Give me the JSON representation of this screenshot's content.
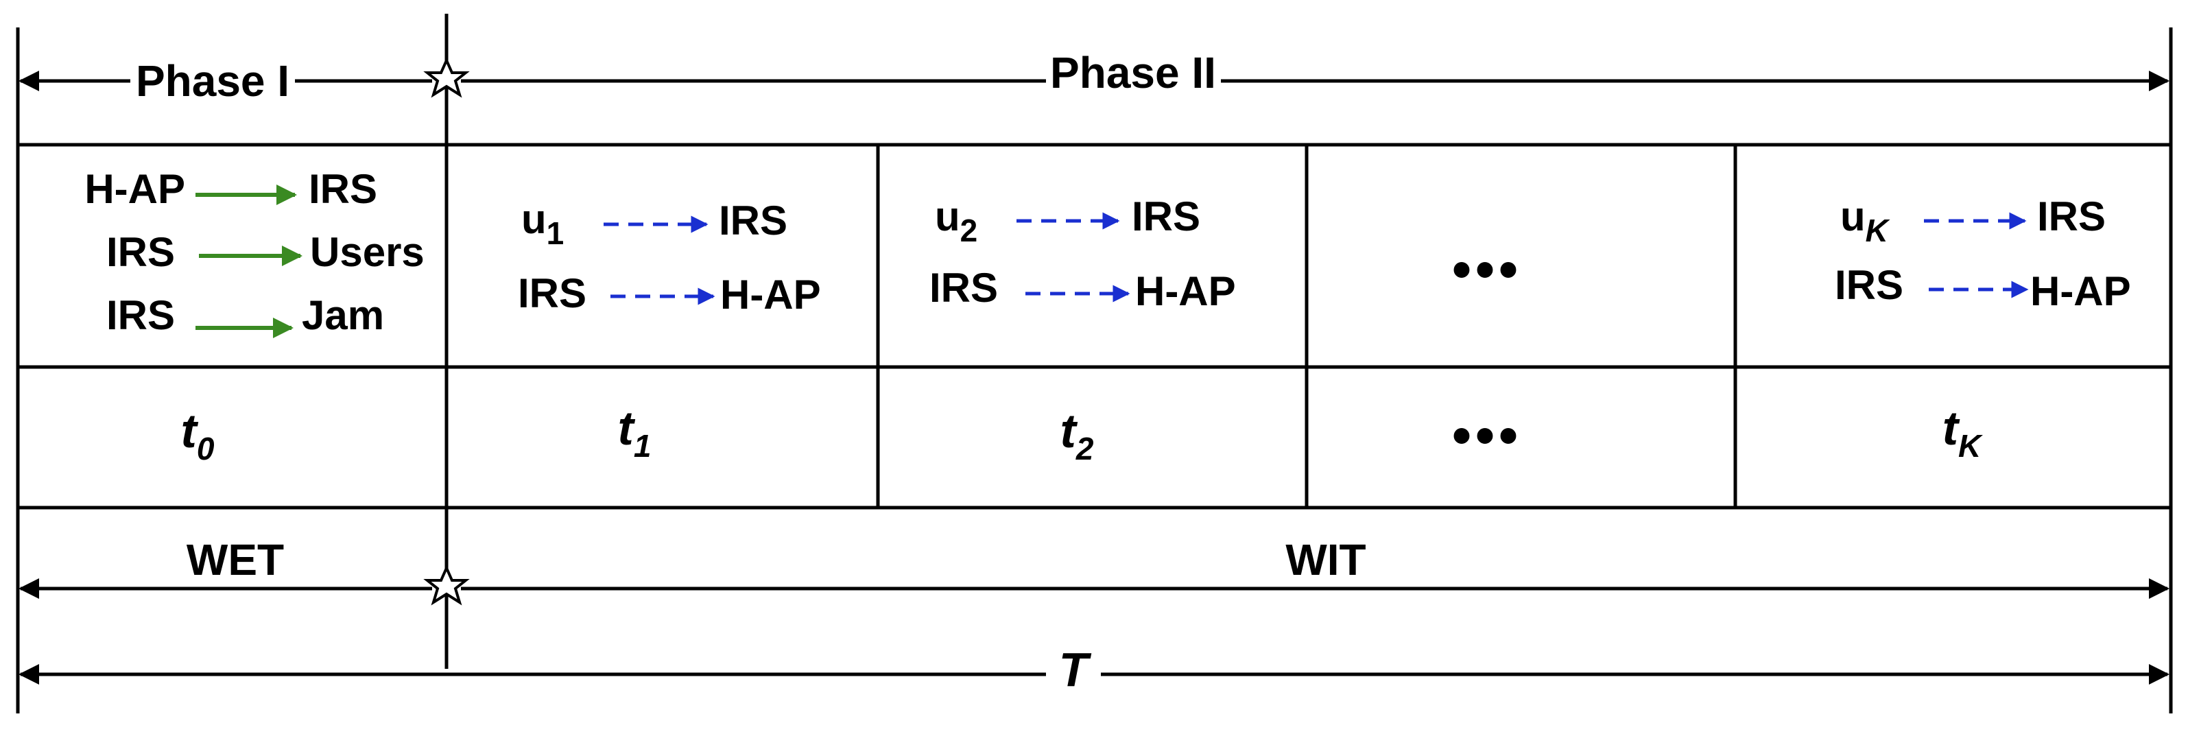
{
  "phase_labels": {
    "phase1": "Phase I",
    "phase2": "Phase II"
  },
  "phase1_cell": [
    {
      "from": "H-AP",
      "to": "IRS"
    },
    {
      "from": "IRS",
      "to": "Users"
    },
    {
      "from": "IRS",
      "to": "Jam"
    }
  ],
  "user_cells": [
    {
      "user": "u",
      "sub": "1",
      "to": "IRS",
      "from2": "IRS",
      "to2": "H-AP"
    },
    {
      "user": "u",
      "sub": "2",
      "to": "IRS",
      "from2": "IRS",
      "to2": "H-AP"
    },
    {
      "ellipsis": "•••"
    },
    {
      "user": "u",
      "sub": "K",
      "to": "IRS",
      "from2": "IRS",
      "to2": "H-AP"
    }
  ],
  "slots": [
    {
      "t": "t",
      "sub": "0"
    },
    {
      "t": "t",
      "sub": "1"
    },
    {
      "t": "t",
      "sub": "2"
    },
    {
      "ellipsis": "•••"
    },
    {
      "t": "t",
      "sub": "K"
    }
  ],
  "bottom_labels": {
    "wet": "WET",
    "wit": "WIT",
    "total": "T"
  },
  "colors": {
    "green_arrow": "#3a8a22",
    "blue_arrow": "#1a2fd0",
    "line": "#000000"
  }
}
